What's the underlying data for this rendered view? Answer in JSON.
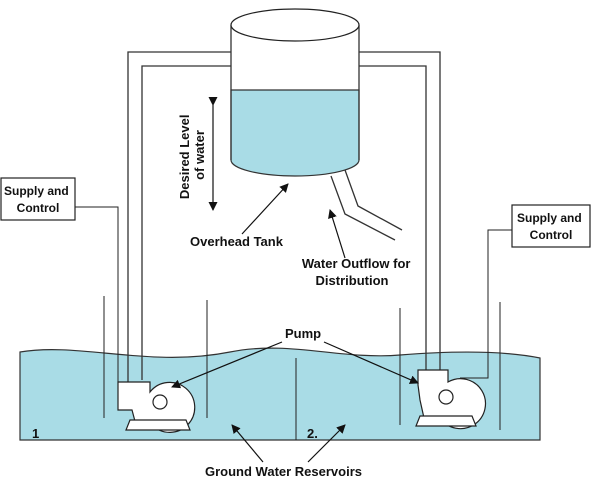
{
  "labels": {
    "supply_control_left": [
      "Supply and",
      "Control"
    ],
    "supply_control_right": [
      "Supply and",
      "Control"
    ],
    "desired_level": [
      "Desired Level",
      "of water"
    ],
    "overhead_tank": "Overhead Tank",
    "water_outflow": [
      "Water Outflow for",
      "Distribution"
    ],
    "pump": "Pump",
    "reservoir_1": "1",
    "reservoir_2": "2.",
    "ground_water": "Ground Water Reservoirs"
  },
  "colors": {
    "water": "#a9dce6",
    "line": "#222222"
  }
}
